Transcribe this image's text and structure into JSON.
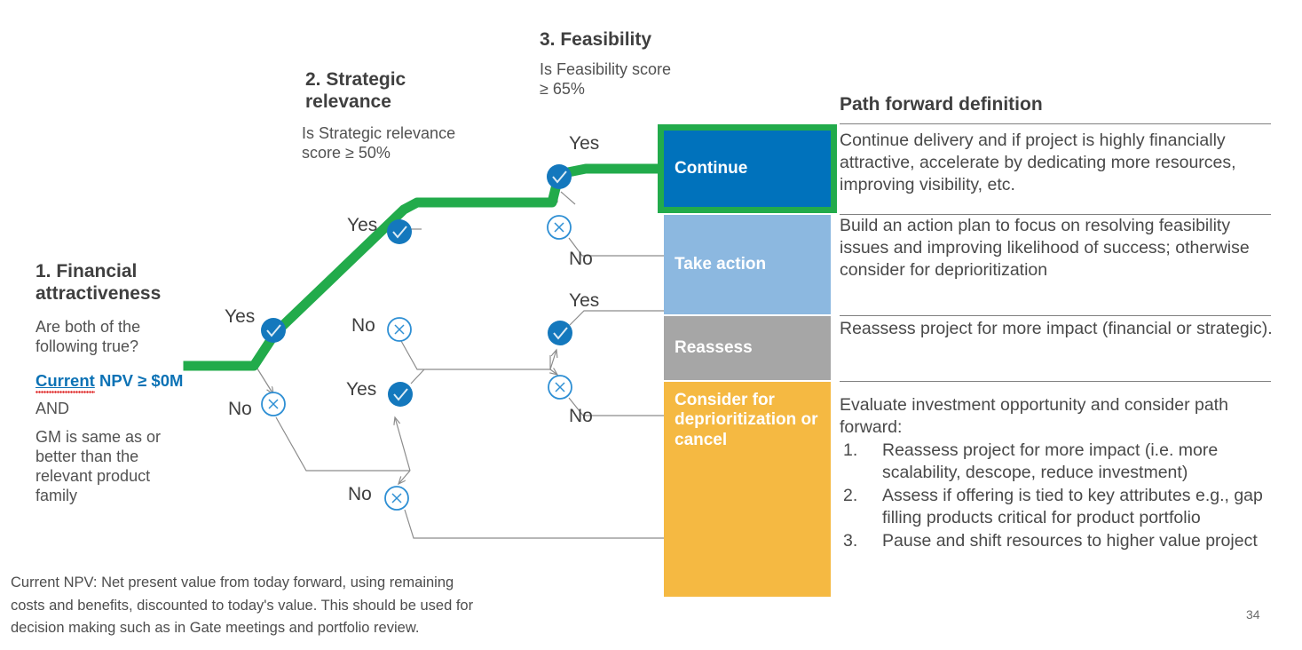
{
  "stages": [
    {
      "id": "financial-attractiveness",
      "title": "1. Financial attractiveness",
      "subtitle": "Are both of the following true?",
      "criterion_highlight": "Current",
      "criterion_rest": " NPV ≥ $0M",
      "conjunction": "AND",
      "criterion_2": "GM is same as or better than the relevant product family"
    },
    {
      "id": "strategic-relevance",
      "title": "2. Strategic relevance",
      "subtitle": "Is Strategic relevance score ≥ 50%"
    },
    {
      "id": "feasibility",
      "title": "3. Feasibility",
      "subtitle": "Is Feasibility score ≥ 65%"
    }
  ],
  "branch_labels": {
    "s1_yes": "Yes",
    "s1_no": "No",
    "s2_top_yes": "Yes",
    "s2_top_no": "No",
    "s2_bot_yes": "Yes",
    "s2_bot_no": "No",
    "s3_top_yes": "Yes",
    "s3_top_no": "No",
    "s3_bot_yes": "Yes",
    "s3_bot_no": "No"
  },
  "panel": {
    "title": "Path forward definition",
    "outcomes": [
      {
        "label": "Continue",
        "color": "#0072bc",
        "highlighted": true,
        "highlight_color": "#22ab4b",
        "definition": "Continue delivery and if project is highly financially attractive, accelerate by dedicating more resources, improving visibility, etc."
      },
      {
        "label": "Take action",
        "color": "#8cb8e0",
        "highlighted": false,
        "definition": "Build an action plan to focus on resolving feasibility issues and improving likelihood of success; otherwise consider for deprioritization"
      },
      {
        "label": "Reassess",
        "color": "#a6a6a6",
        "highlighted": false,
        "definition": "Reassess project for more impact (financial or strategic)."
      },
      {
        "label": "Consider for deprioritization or cancel",
        "color": "#f5b942",
        "highlighted": false,
        "definition_intro": "Evaluate investment opportunity and consider path forward:",
        "definition_items": [
          {
            "num": "1.",
            "text": "Reassess project for more impact (i.e. more scalability, descope, reduce investment)"
          },
          {
            "num": "2.",
            "text": "Assess if offering is tied to key attributes e.g., gap filling products critical for product portfolio"
          },
          {
            "num": "3.",
            "text": "Pause and shift resources to higher value project"
          }
        ]
      }
    ]
  },
  "footnote": "Current NPV: Net present value from today forward, using remaining costs and benefits, discounted to today's value. This should be used for decision making such as in Gate meetings and portfolio review.",
  "page_number": "34",
  "colors": {
    "accent_blue": "#0c72b5",
    "node_yes_fill": "#1478bd",
    "node_no_stroke": "#2e8fd4",
    "path_green": "#22ab4b",
    "connector_gray": "#8c8c8c"
  }
}
